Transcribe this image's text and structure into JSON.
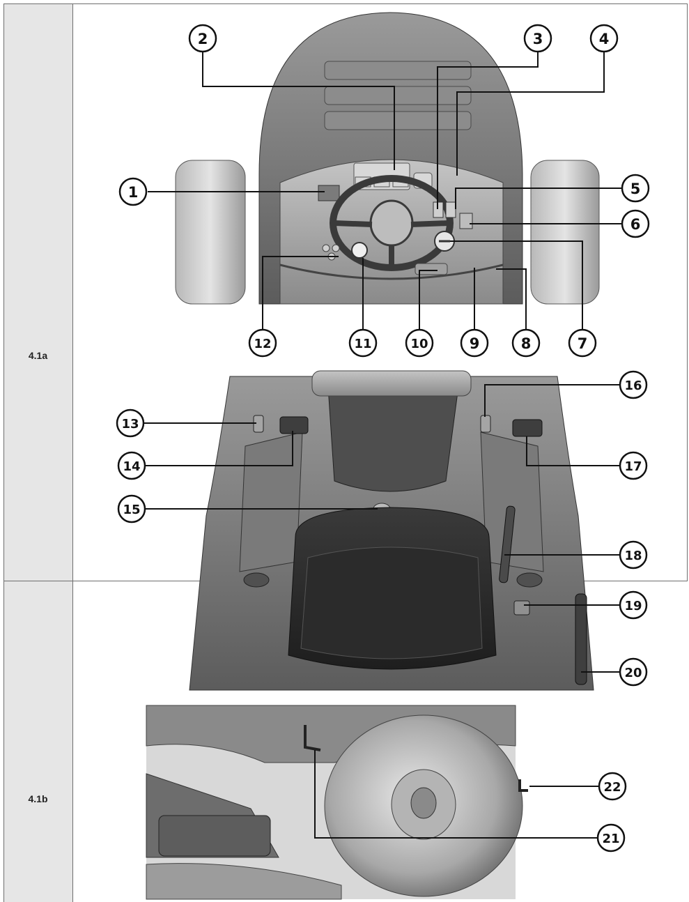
{
  "rows": [
    {
      "label": "4.1a"
    },
    {
      "label": "4.1b"
    }
  ],
  "callouts": [
    "1",
    "2",
    "3",
    "4",
    "5",
    "6",
    "7",
    "8",
    "9",
    "10",
    "11",
    "12",
    "13",
    "14",
    "15",
    "16",
    "17",
    "18",
    "19",
    "20",
    "21",
    "22"
  ]
}
